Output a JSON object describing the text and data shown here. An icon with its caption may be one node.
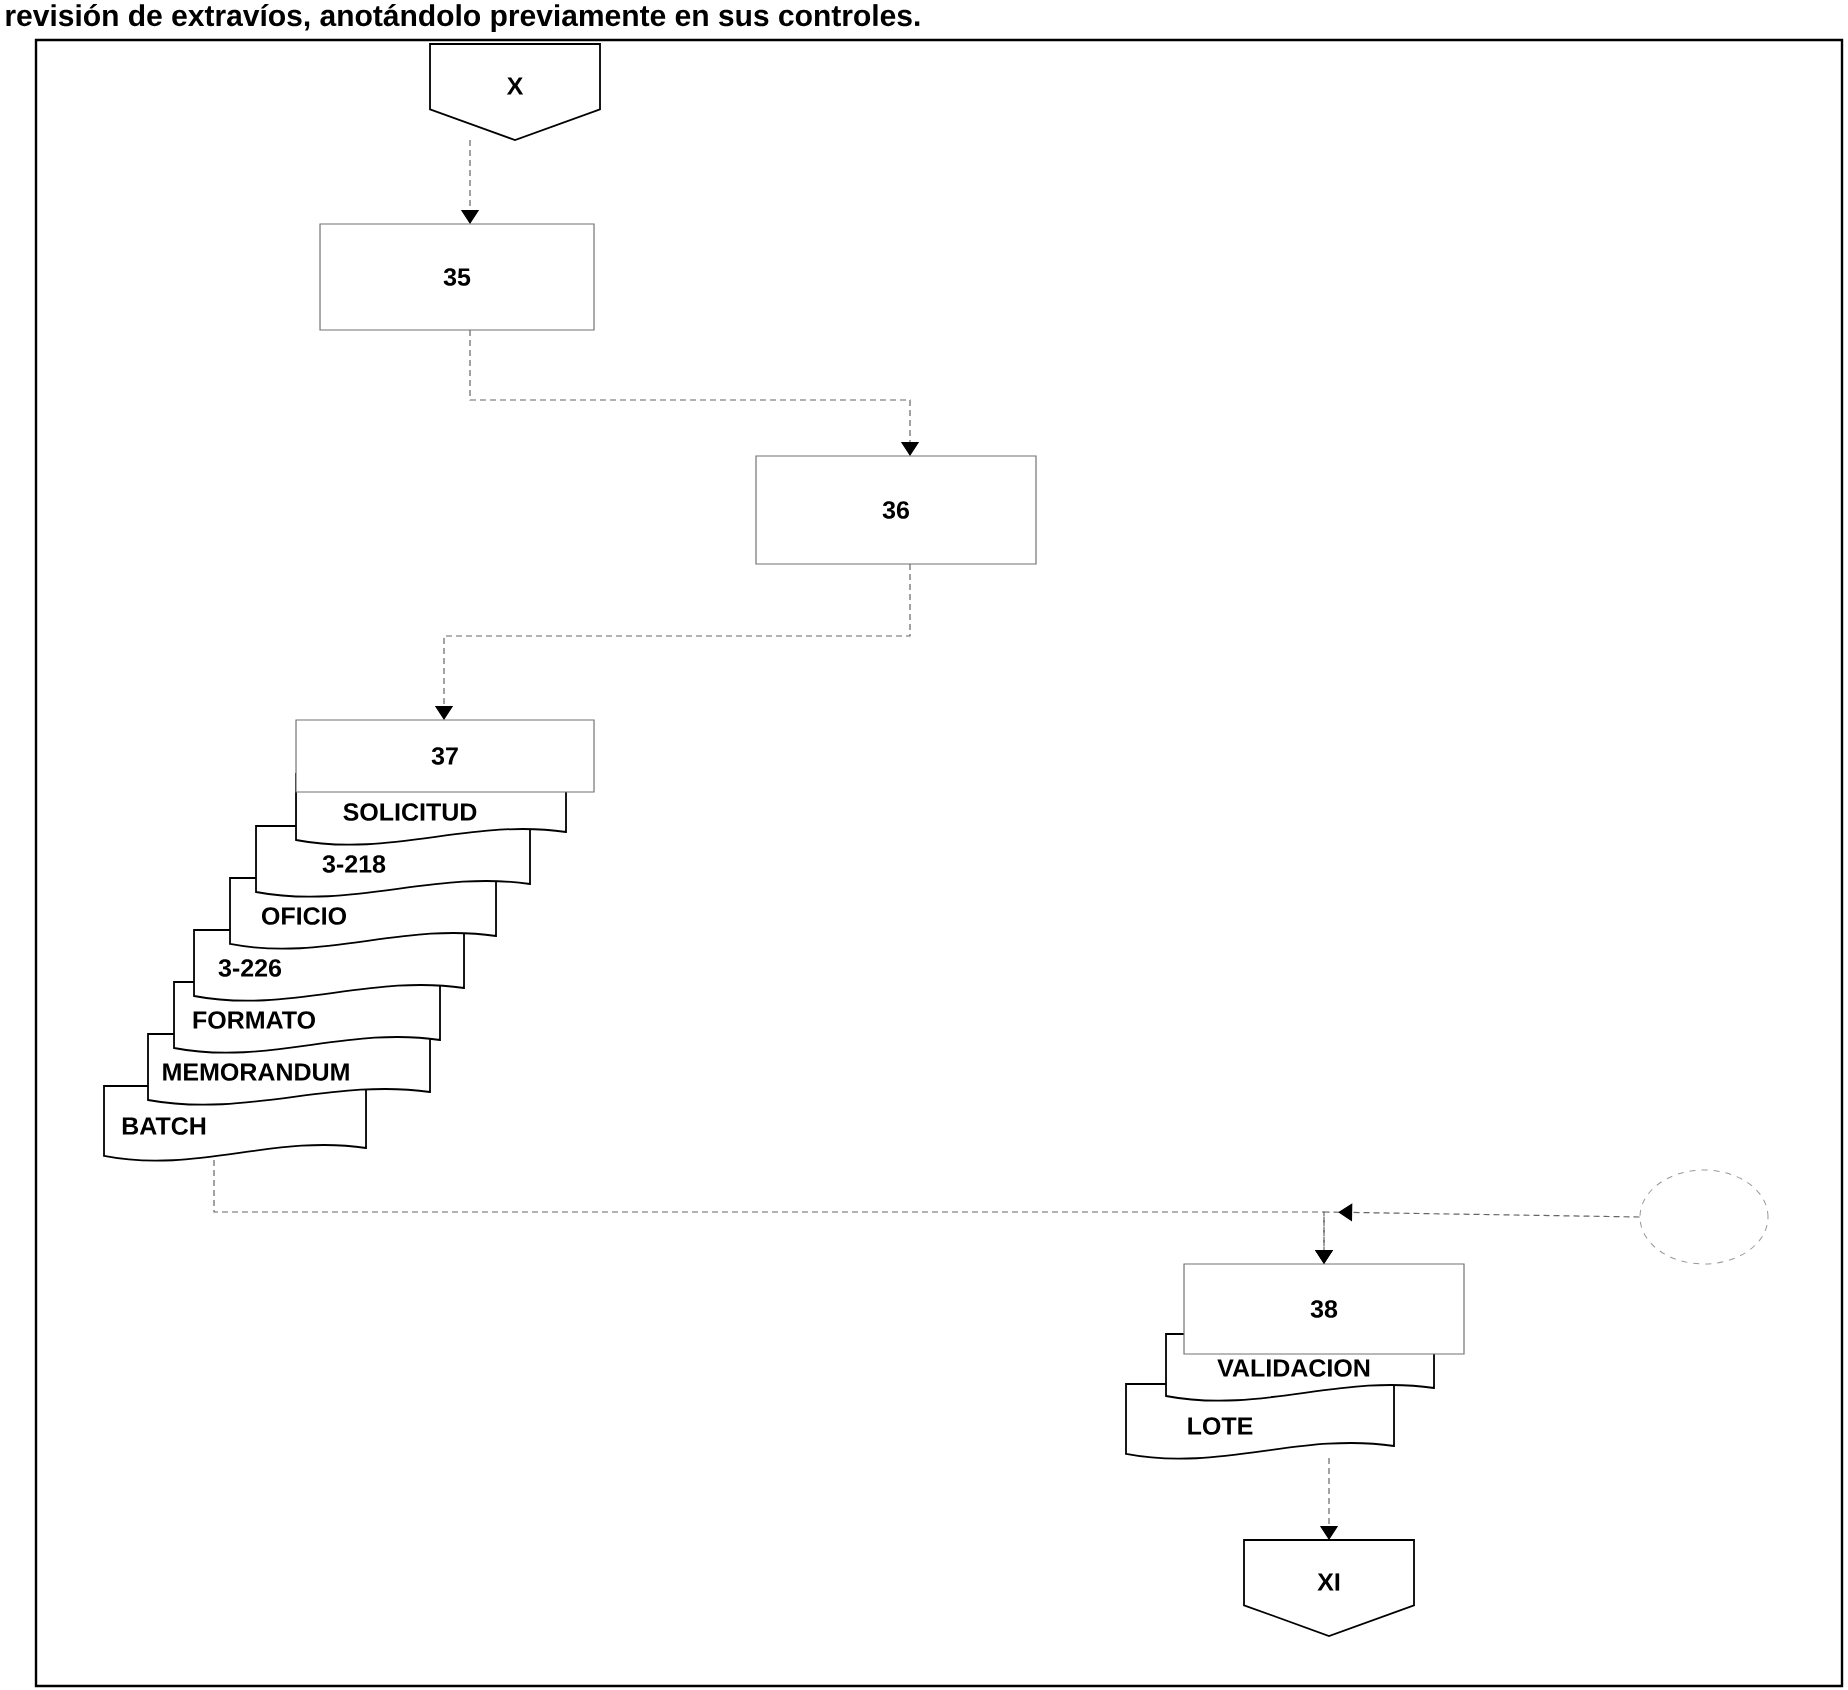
{
  "diagram": {
    "title": "revisión de extravíos, anotándolo previamente en sus controles.",
    "nodes": [
      {
        "text": [
          "X"
        ]
      },
      {
        "text": [
          "35"
        ]
      },
      {
        "text": [
          "36"
        ]
      },
      {
        "text": [
          "37"
        ]
      },
      {
        "text": [
          "SOLICITUD"
        ]
      },
      {
        "text": [
          "3-218"
        ]
      },
      {
        "text": [
          "OFICIO"
        ]
      },
      {
        "text": [
          "3-226"
        ]
      },
      {
        "text": [
          "FORMATO"
        ]
      },
      {
        "text": [
          "MEMORANDUM"
        ]
      },
      {
        "text": [
          "BATCH"
        ]
      },
      {
        "text": [],
        "shape": "circle"
      },
      {
        "text": [
          "38"
        ]
      },
      {
        "text": [
          "VALIDACION"
        ]
      },
      {
        "text": [
          "LOTE"
        ]
      },
      {
        "text": [
          "XI"
        ]
      }
    ],
    "edges": [
      {
        "from": 0,
        "to": 1,
        "arrow": "to"
      },
      {
        "from": 1,
        "to": 2,
        "arrow": "to"
      },
      {
        "from": 2,
        "to": 3,
        "arrow": "to"
      },
      {
        "from": 10,
        "to": 12,
        "arrow": "to"
      },
      {
        "from": 11,
        "to": 12,
        "arrow": "to"
      },
      {
        "from": 14,
        "to": 15,
        "arrow": "to"
      }
    ]
  }
}
